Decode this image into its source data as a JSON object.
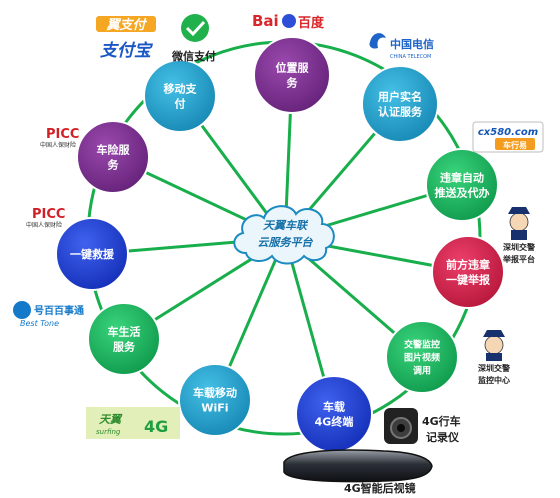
{
  "colors": {
    "green": "#13b35a",
    "ring": "#17ae4b",
    "teal": "#1ea0c8",
    "purple": "#7a2f8e",
    "red": "#d21f4a",
    "blue": "#1b3fd6",
    "cloud": "#1b8bc0",
    "hub_text": "#1670a8"
  },
  "hub": {
    "lines": [
      "天翼车联",
      "云服务平台"
    ]
  },
  "nodes": [
    {
      "id": "location",
      "lines": [
        "位置服",
        "务"
      ],
      "color": "purple"
    },
    {
      "id": "realname",
      "lines": [
        "用户实名",
        "认证服务"
      ],
      "color": "teal"
    },
    {
      "id": "violation-push",
      "lines": [
        "违章自动",
        "推送及代办"
      ],
      "color": "green"
    },
    {
      "id": "violation-report",
      "lines": [
        "前方违章",
        "一键举报"
      ],
      "color": "red"
    },
    {
      "id": "traffic-camera",
      "lines": [
        "交警监控",
        "图片视频",
        "调用"
      ],
      "color": "green"
    },
    {
      "id": "4g-terminal",
      "lines": [
        "车载",
        "4G终端"
      ],
      "color": "blue"
    },
    {
      "id": "wifi",
      "lines": [
        "车载移动",
        "WiFi"
      ],
      "color": "teal"
    },
    {
      "id": "car-life",
      "lines": [
        "车生活",
        "服务"
      ],
      "color": "green"
    },
    {
      "id": "rescue",
      "lines": [
        "一键救援"
      ],
      "color": "blue"
    },
    {
      "id": "insurance",
      "lines": [
        "车险服",
        "务"
      ],
      "color": "purple"
    },
    {
      "id": "mobile-pay",
      "lines": [
        "移动支",
        "付"
      ],
      "color": "teal"
    }
  ],
  "logos": {
    "bestpay": "翼支付",
    "alipay": "支付宝",
    "wechat": "微信支付",
    "baidu_en": "Bai",
    "baidu_cn": "百度",
    "telecom_cn": "中国电信",
    "telecom_en": "CHINA TELECOM",
    "cx580_en": "cx580.com",
    "cx580_cn": "车行易",
    "picc": "PICC",
    "picc_cn": "中国人保财险",
    "besttone_cn": "号百百事通",
    "besttone_en": "Best Tone",
    "surfing_cn": "天翼",
    "surfing_en": "surfing",
    "surfing_4g": "4G"
  },
  "labels": {
    "police_report": [
      "深圳交警",
      "举报平台"
    ],
    "police_monitor": [
      "深圳交警",
      "监控中心"
    ],
    "dashcam": [
      "4G行车",
      "记录仪"
    ],
    "mirror": "4G智能后视镜"
  }
}
